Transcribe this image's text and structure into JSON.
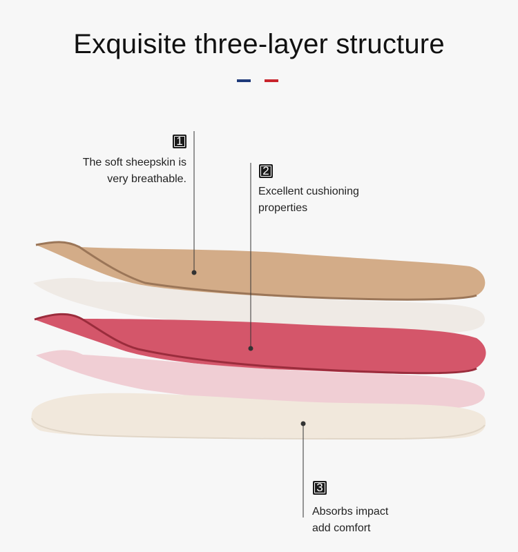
{
  "title": "Exquisite three-layer structure",
  "accent_colors": {
    "blue": "#1f3a7a",
    "red": "#c8242c"
  },
  "layers": [
    {
      "badge": "1",
      "caption_lines": [
        "The soft sheepskin is",
        "very breathable."
      ],
      "color": "#d3ac88"
    },
    {
      "badge": "2",
      "caption_lines": [
        "Excellent cushioning",
        "properties"
      ],
      "color": "#d4566a"
    },
    {
      "badge": "3",
      "caption_lines": [
        "Absorbs impact",
        "add comfort"
      ],
      "color": "#f1e8dc"
    }
  ]
}
